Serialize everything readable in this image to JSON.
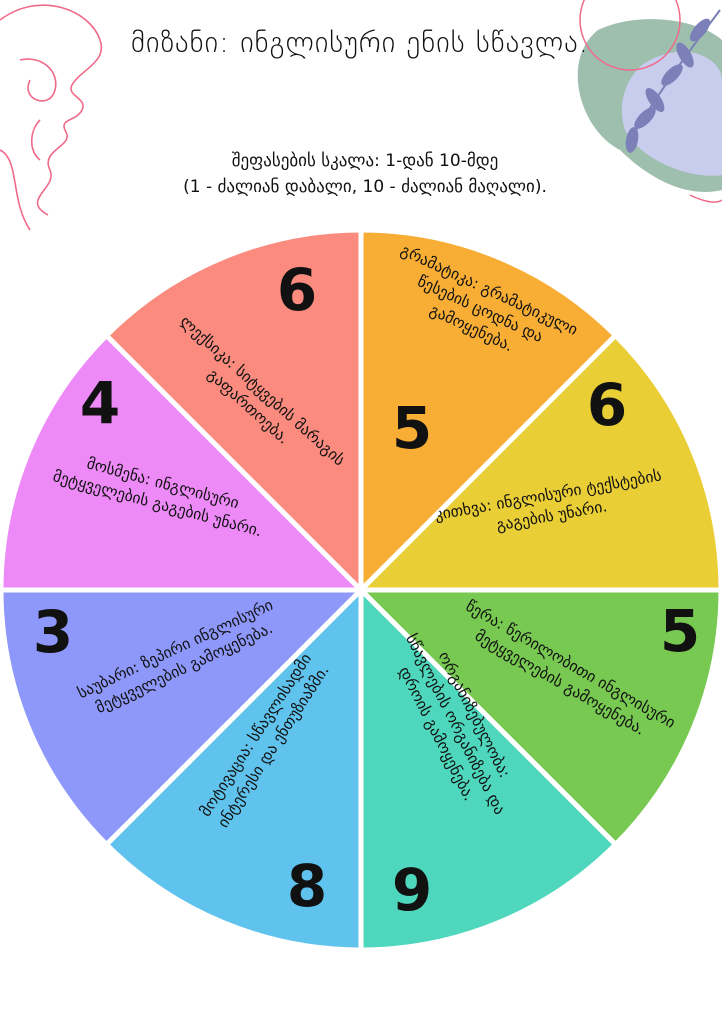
{
  "header": {
    "title": "მიზანი: ინგლისური ენის სწავლა.",
    "scale_line1": "შეფასების სკალა: 1-დან 10-მდე",
    "scale_line2": "(1 - ძალიან დაბალი, 10 - ძალიან მაღალი)."
  },
  "wheel": {
    "segments": [
      {
        "key": "grammar",
        "score": "5",
        "text": "გრამატიკა: გრამატიკული წესების ცოდნა და გამოყენება.",
        "color": "#F8AE35"
      },
      {
        "key": "reading",
        "score": "6",
        "text": "კითხვა: ინგლისური ტექსტების გაგების უნარი.",
        "color": "#E9CE36"
      },
      {
        "key": "writing",
        "score": "5",
        "text": "წერა: წერილობითი ინგლისური მეტყველების გამოყენება.",
        "color": "#78C952"
      },
      {
        "key": "organization",
        "score": "9",
        "text": "ორგანიზებულობა: სწავლების ორგანიზება და დროის გამოყენება.",
        "color": "#4ED7BC"
      },
      {
        "key": "motivation",
        "score": "8",
        "text": "მოტივაცია: სწავლისადმი ინტერესი და ენთუზიაზმი.",
        "color": "#60C3EE"
      },
      {
        "key": "speaking",
        "score": "3",
        "text": "საუბარი: ზეპირი ინგლისური მეტყველების გამოყენება.",
        "color": "#8E98FB"
      },
      {
        "key": "listening",
        "score": "4",
        "text": "მოსმენა: ინგლისური მეტყველების გაგების უნარი.",
        "color": "#EE8AF8"
      },
      {
        "key": "vocabulary",
        "score": "6",
        "text": "ლექსიკა: სიტყვების მარაგის გაფართოება.",
        "color": "#FA8B7E"
      }
    ]
  }
}
